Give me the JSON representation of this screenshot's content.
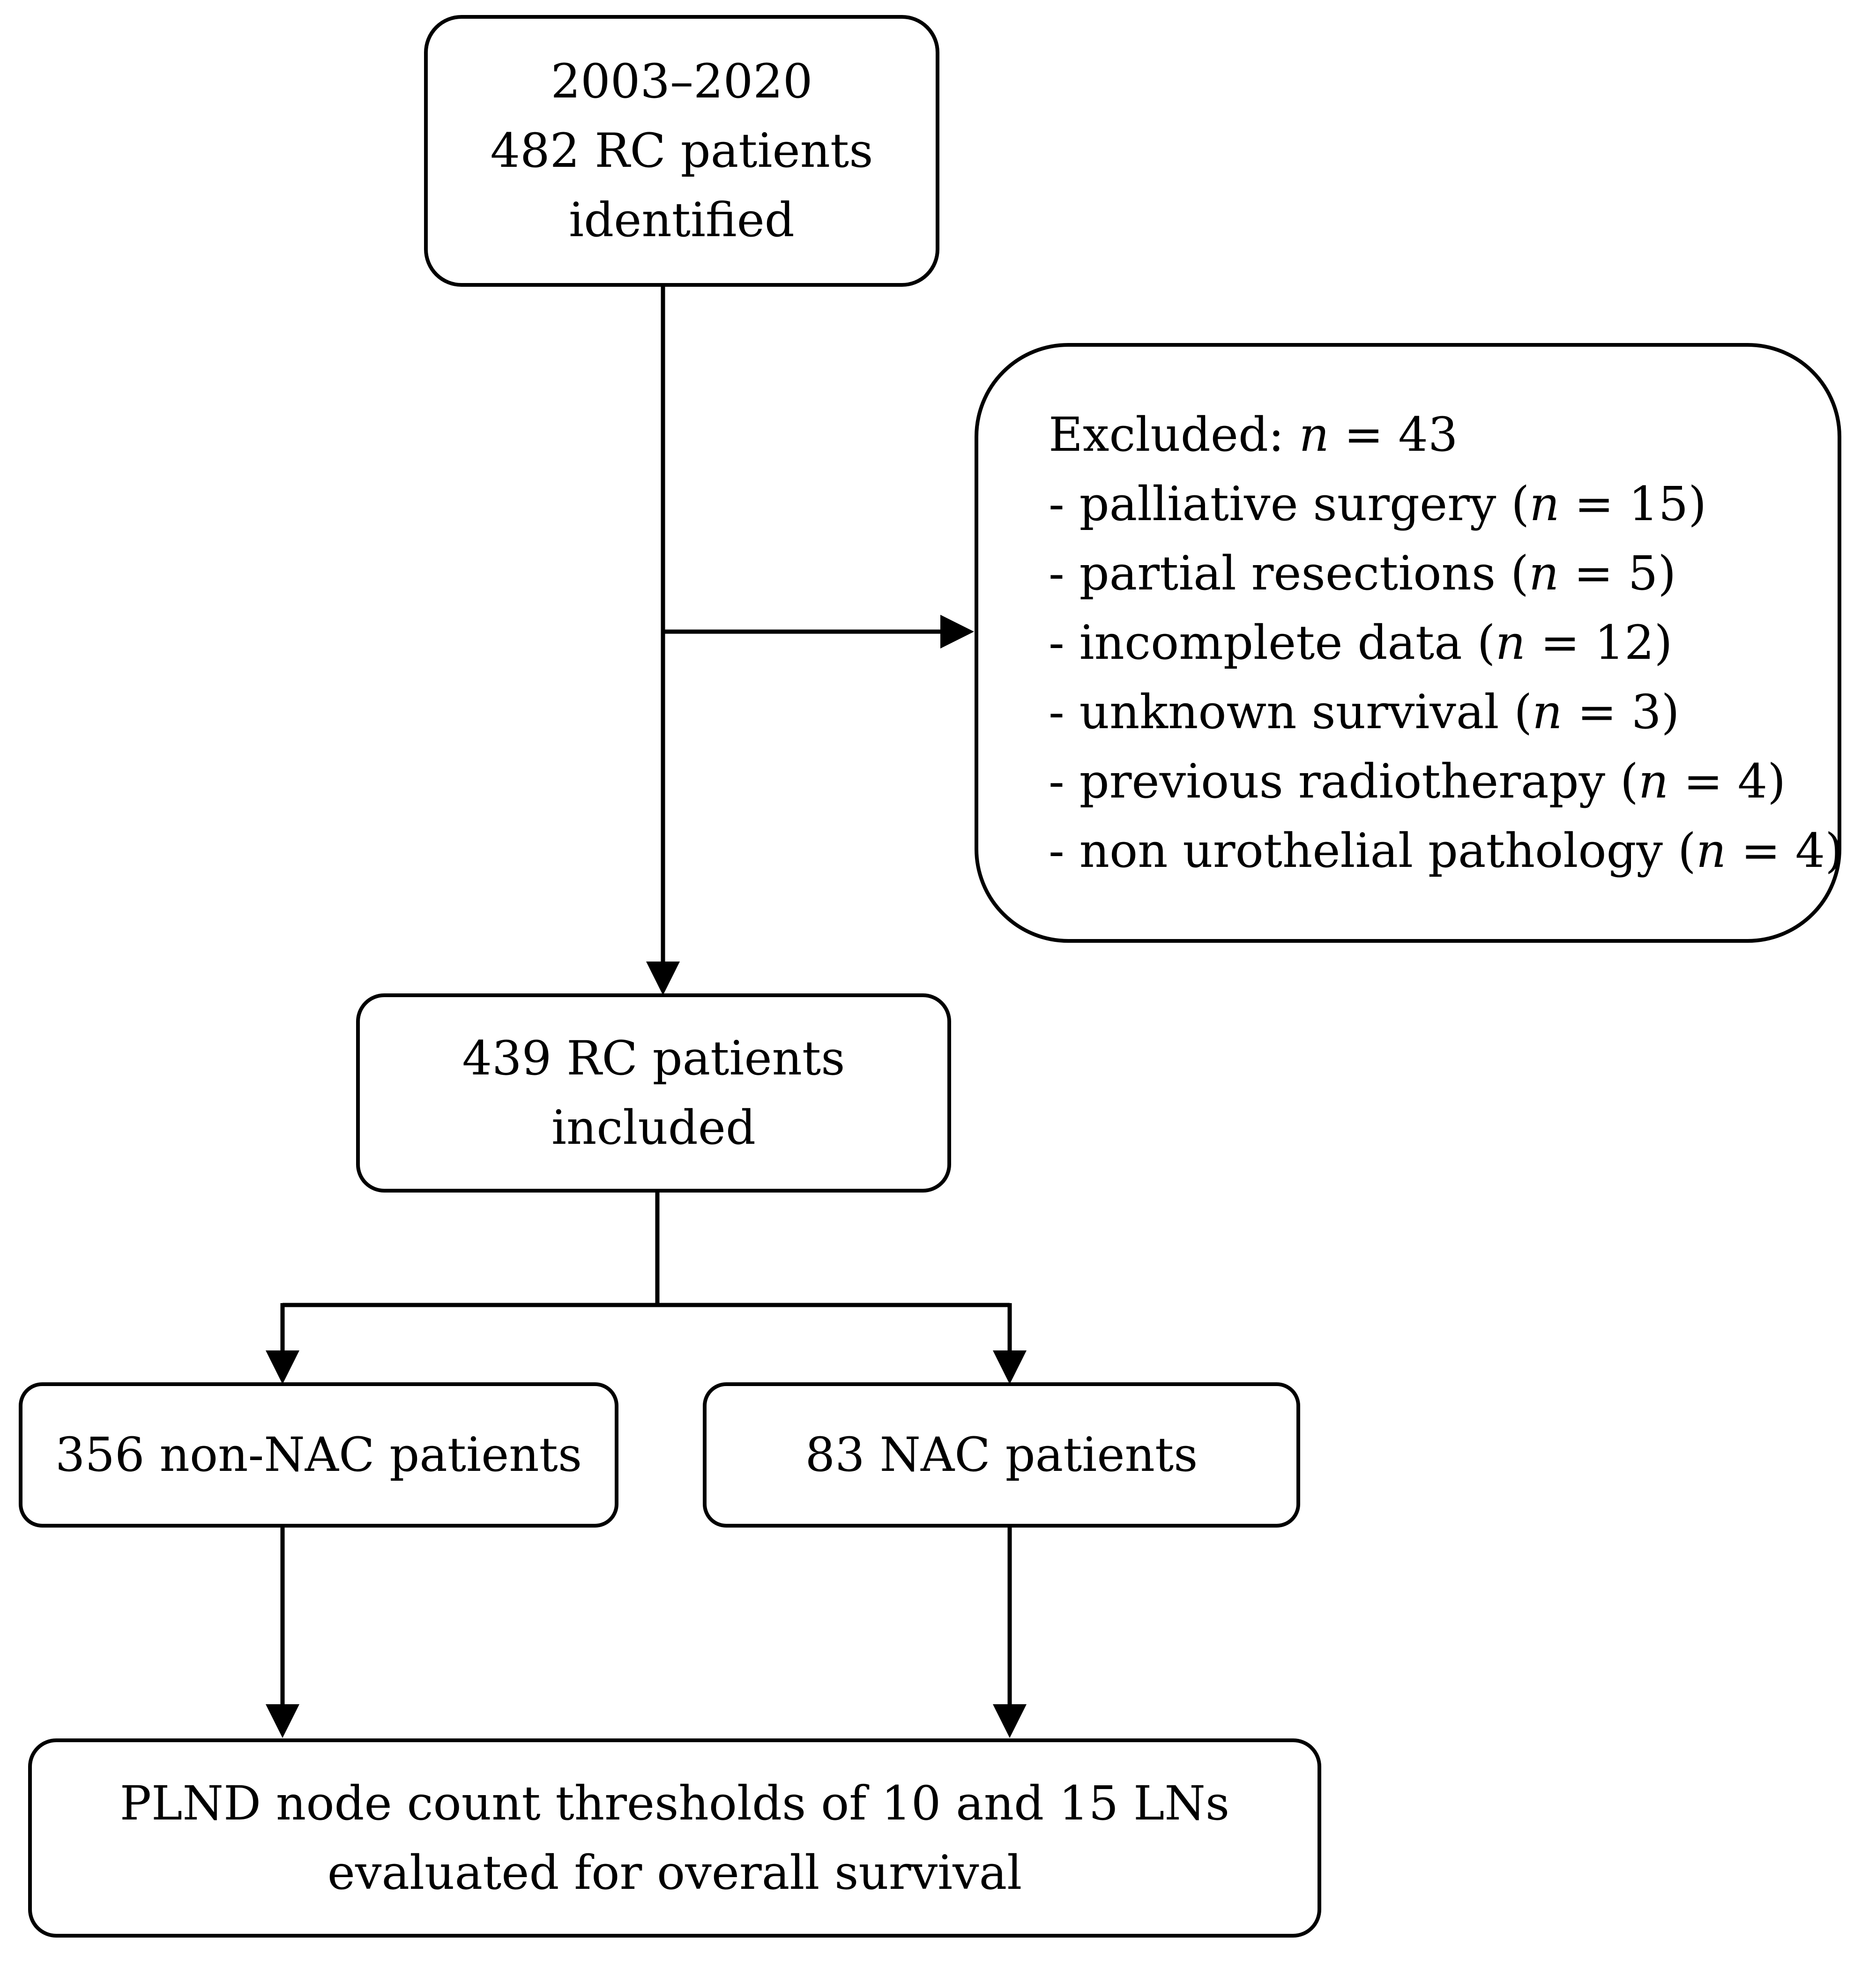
{
  "identified": {
    "years": "2003–2020",
    "count_line": "482 RC patients",
    "status": "identified"
  },
  "excluded": {
    "heading_label": "Excluded: ",
    "heading_n": "n",
    "heading_value": " = 43",
    "items": [
      {
        "label": "- palliative surgery (",
        "n": "n",
        "value": " = 15)"
      },
      {
        "label": "- partial resections (",
        "n": "n",
        "value": " = 5)"
      },
      {
        "label": "- incomplete data (",
        "n": "n",
        "value": " = 12)"
      },
      {
        "label": "- unknown survival (",
        "n": "n",
        "value": " = 3)"
      },
      {
        "label": "- previous radiotherapy (",
        "n": "n",
        "value": " = 4)"
      },
      {
        "label": "- non urothelial pathology (",
        "n": "n",
        "value": " = 4)"
      }
    ]
  },
  "included": {
    "count_line": "439 RC patients",
    "status": "included"
  },
  "non_nac": {
    "label": "356 non-NAC patients"
  },
  "nac": {
    "label": "83 NAC patients"
  },
  "outcome": {
    "line1": "PLND node count thresholds of 10 and 15 LNs",
    "line2": "evaluated for overall survival"
  }
}
